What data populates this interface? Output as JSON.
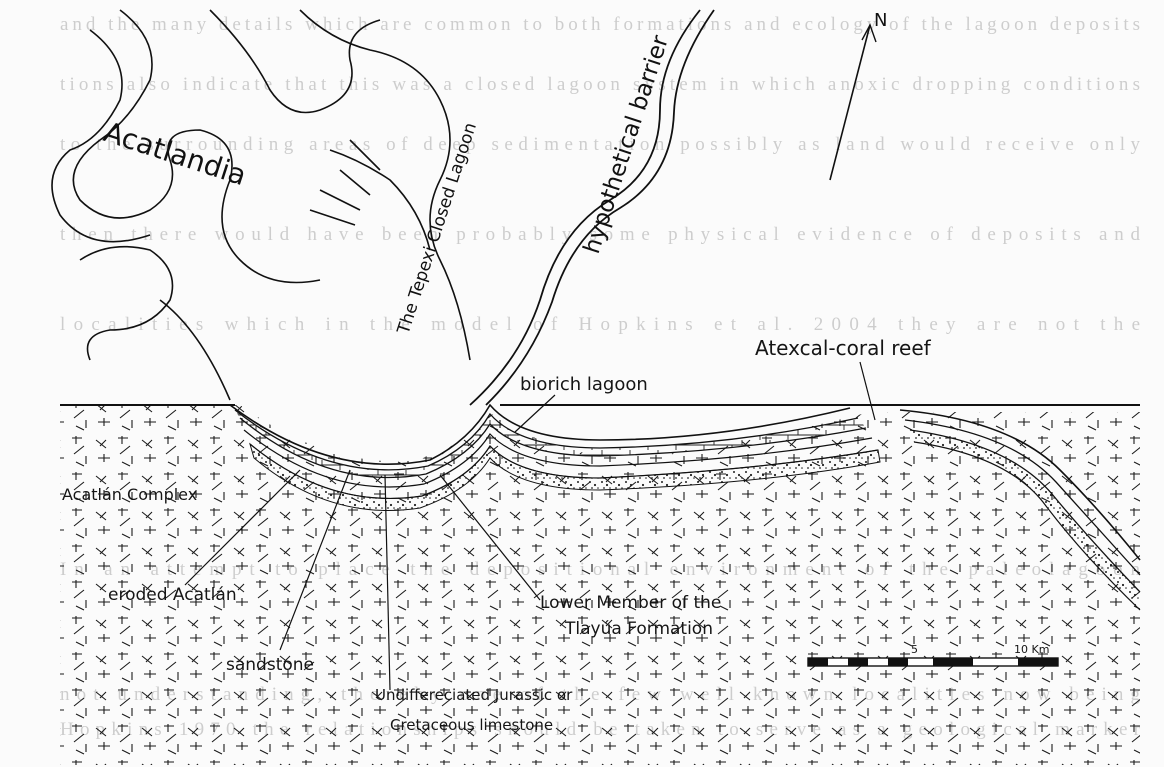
{
  "labels": {
    "acatlandia": "Acatlandia",
    "tepexi_lagoon": "The Tepexi Closed Lagoon",
    "hypothetical_barrier": "hypothetical barrier",
    "coral_reef": "Atexcal-coral reef",
    "biorich_lagoon": "biorich lagoon",
    "acatlan_complex": "Acatlán Complex",
    "eroded_acatlan": "eroded Acatlán",
    "sandstone": "sandstone",
    "undiff_line1": "Undiffereciated Jurassic or",
    "undiff_line2": "Cretaceous limestone",
    "lower_member_line1": "Lower Member of the",
    "lower_member_line2": "Tlayúa Formation",
    "north_symbol": "N"
  },
  "scale_bar": {
    "tick_5": "5",
    "tick_10": "10 Km"
  },
  "colors": {
    "ink": "#151515",
    "paper": "#fbfbfb",
    "bleed_text": "#c9c9c9"
  }
}
